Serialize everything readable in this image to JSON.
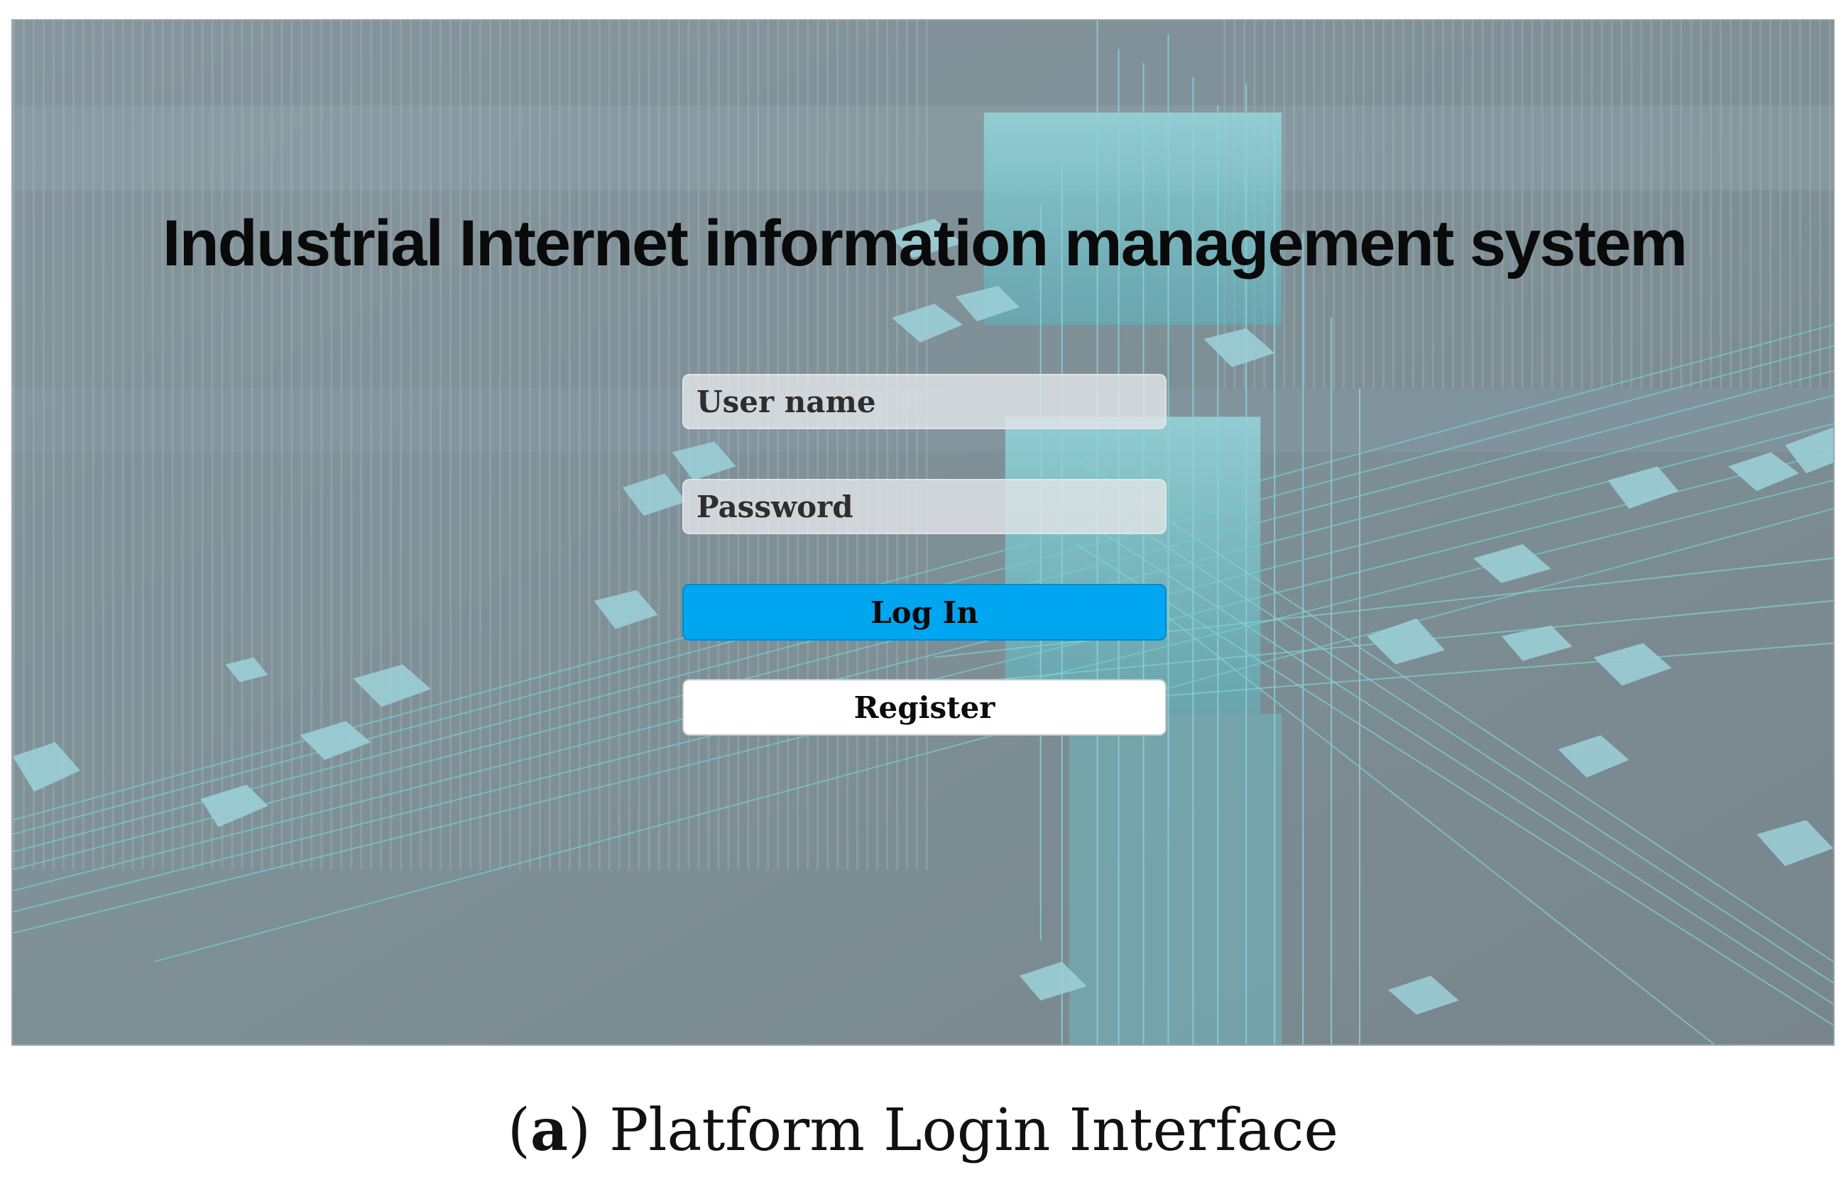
{
  "app": {
    "title": "Industrial Internet information management system"
  },
  "login_form": {
    "username_placeholder": "User name",
    "password_placeholder": "Password",
    "login_label": "Log In",
    "register_label": "Register"
  },
  "caption": {
    "open": "(",
    "letter": "a",
    "rest": ") Platform Login Interface"
  },
  "colors": {
    "login_button": "#00a6ef",
    "register_button": "#ffffff",
    "background_tint": "#7e8d93",
    "accent_cyan": "#5fe0e8"
  }
}
